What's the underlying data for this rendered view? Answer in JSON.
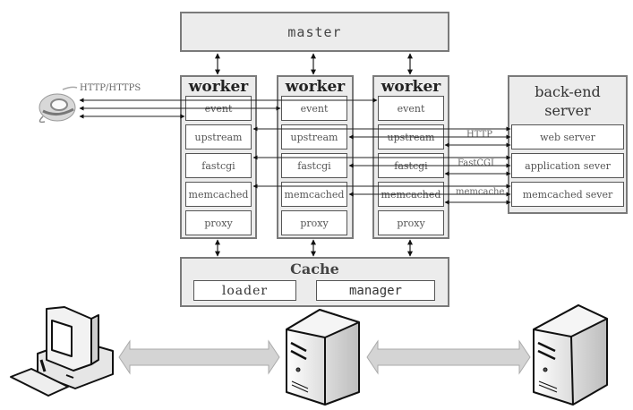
{
  "master": {
    "label": "master"
  },
  "workers": [
    {
      "title": "worker",
      "modules": [
        "event",
        "upstream",
        "fastcgi",
        "memcached",
        "proxy"
      ]
    },
    {
      "title": "worker",
      "modules": [
        "event",
        "upstream",
        "fastcgi",
        "memcached",
        "proxy"
      ]
    },
    {
      "title": "worker",
      "modules": [
        "event",
        "upstream",
        "fastcgi",
        "memcached",
        "proxy"
      ]
    }
  ],
  "backend": {
    "title_line1": "back-end",
    "title_line2": "server",
    "servers": [
      "web server",
      "application sever",
      "memcached sever"
    ]
  },
  "protocols": {
    "client": "HTTP/HTTPS",
    "upstream": "HTTP",
    "fastcgi": "FastCGI",
    "memcached": "memcache"
  },
  "cache": {
    "title": "Cache",
    "loader": "loader",
    "manager": "manager"
  },
  "icons": {
    "browser": "internet-explorer-icon",
    "client": "desktop-computer-icon",
    "server1": "server-tower-icon",
    "server2": "server-tower-icon"
  },
  "colors": {
    "panel": "#ececec",
    "border": "#7a7a7a",
    "arrow": "#d0d0d0"
  }
}
